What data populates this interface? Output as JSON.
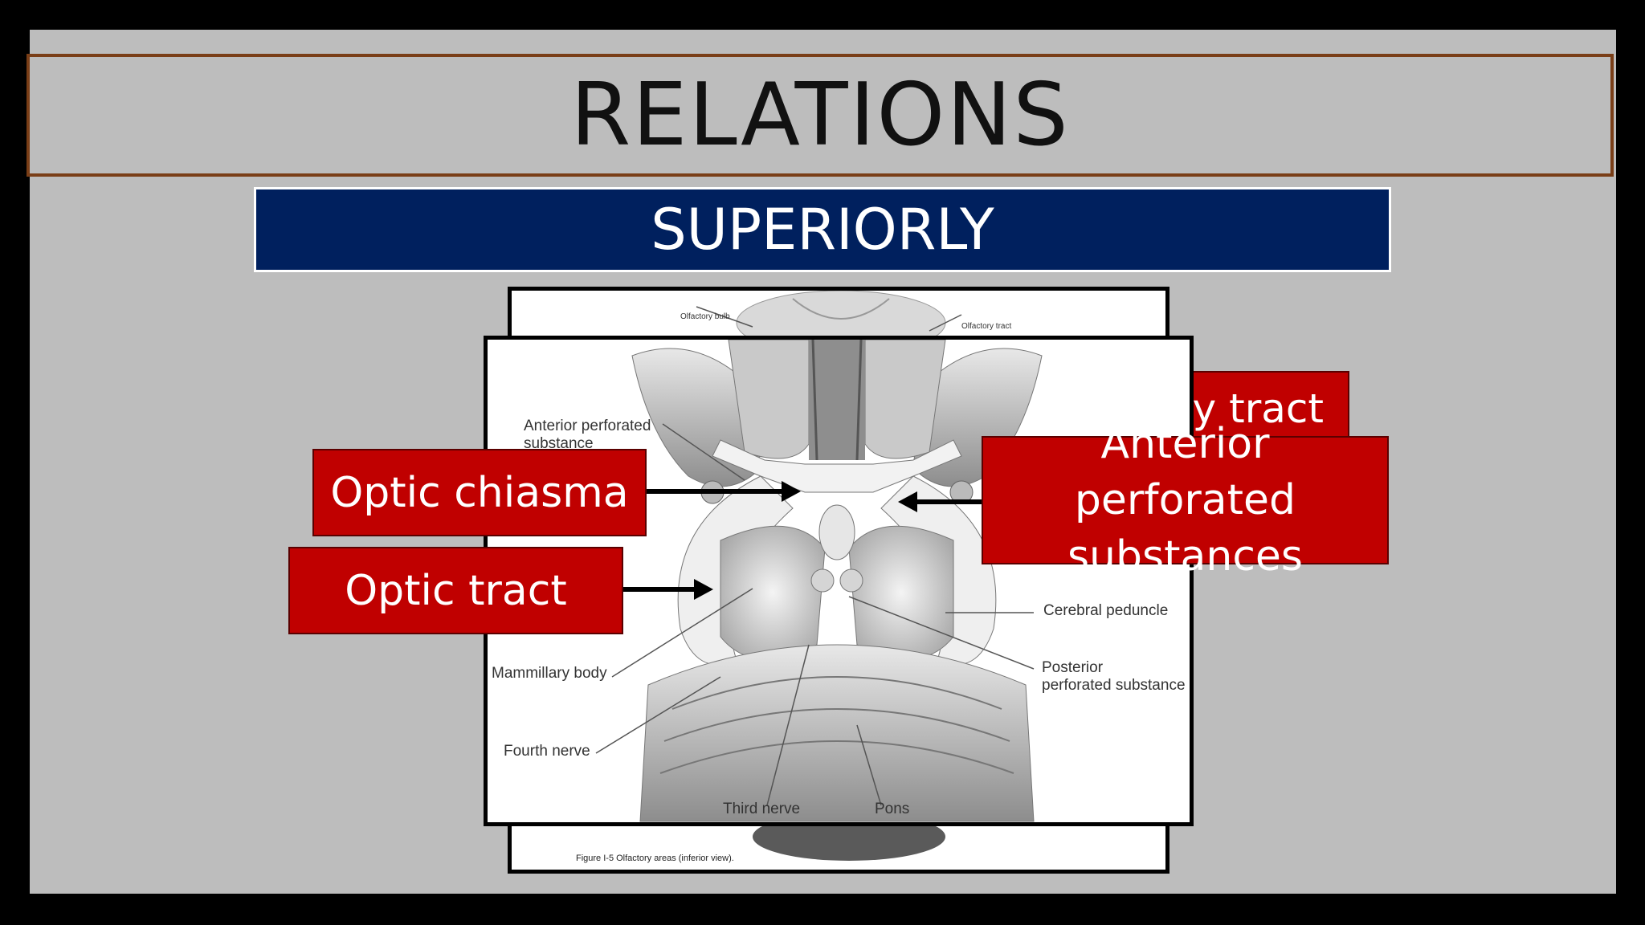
{
  "slide": {
    "title": "RELATIONS",
    "subtitle": "SUPERIORLY"
  },
  "figure": {
    "caption": "Figure I-5  Olfactory areas (inferior view).",
    "labels": {
      "olfactory_bulb": "Olfactory bulb",
      "olfactory_tract": "Olfactory tract",
      "anterior_perforated": "Anterior perforated\nsubstance",
      "cerebral_peduncle": "Cerebral peduncle",
      "posterior_perforated": "Posterior\nperforated substance",
      "mammillary_body": "Mammillary body",
      "fourth_nerve": "Fourth nerve",
      "third_nerve": "Third nerve",
      "pons": "Pons"
    }
  },
  "callouts": {
    "optic_chiasma": "Optic chiasma",
    "optic_tract": "Optic tract",
    "olfactory_tract_partial": "ry tract",
    "anterior_perforated": "Anterior perforated substances"
  },
  "colors": {
    "callout_red": "#c00000",
    "subtitle_navy": "#00205e",
    "title_border": "#7a3e17",
    "slide_bg": "#bdbdbd"
  }
}
